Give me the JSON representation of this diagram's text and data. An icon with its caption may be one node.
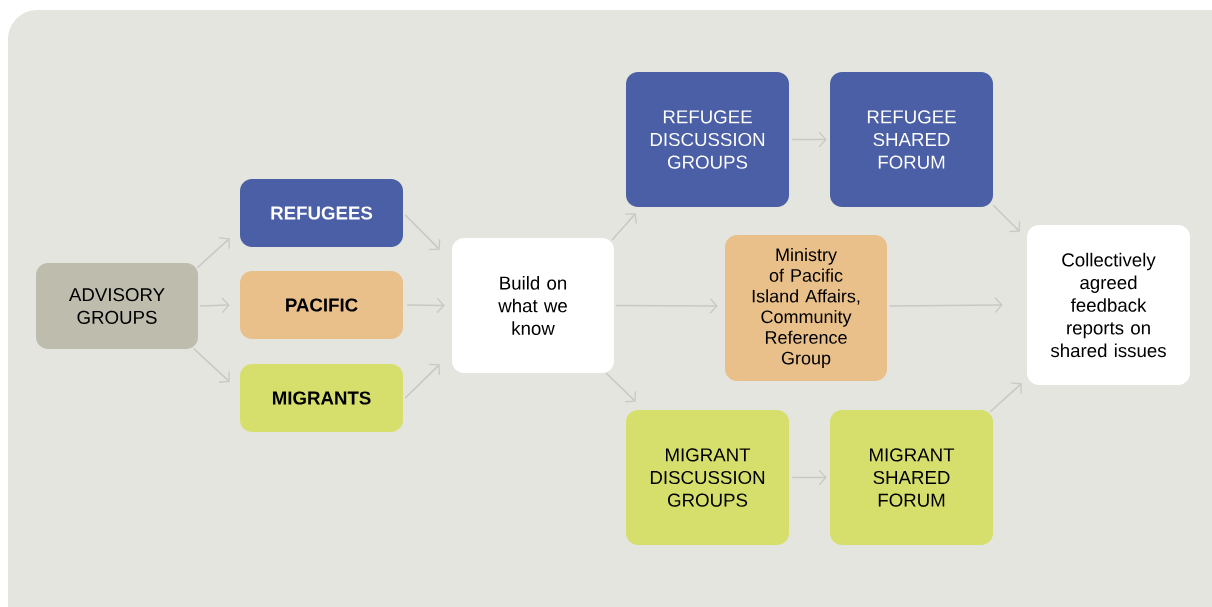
{
  "diagram": {
    "nodes": [
      {
        "text": [
          "ADVISORY GROUPS"
        ]
      },
      {
        "text": [
          "REFUGEES"
        ]
      },
      {
        "text": [
          "PACIFIC"
        ]
      },
      {
        "text": [
          "MIGRANTS"
        ]
      },
      {
        "text": [
          "Build on what we know"
        ]
      },
      {
        "text": [
          "REFUGEE DISCUSSION GROUPS"
        ]
      },
      {
        "text": [
          "REFUGEE SHARED FORUM"
        ]
      },
      {
        "text": [
          "Ministry of Pacific Island Affairs, Community Reference Group"
        ]
      },
      {
        "text": [
          "MIGRANT DISCUSSION GROUPS"
        ]
      },
      {
        "text": [
          "MIGRANT SHARED FORUM"
        ]
      },
      {
        "text": [
          "Collectively agreed feedback reports on shared issues"
        ]
      }
    ],
    "edges": [
      {
        "from": 0,
        "to": 1,
        "arrow": "to"
      },
      {
        "from": 0,
        "to": 2,
        "arrow": "to"
      },
      {
        "from": 0,
        "to": 3,
        "arrow": "to"
      },
      {
        "from": 1,
        "to": 4,
        "arrow": "to"
      },
      {
        "from": 2,
        "to": 4,
        "arrow": "to"
      },
      {
        "from": 3,
        "to": 4,
        "arrow": "to"
      },
      {
        "from": 4,
        "to": 5,
        "arrow": "to"
      },
      {
        "from": 4,
        "to": 7,
        "arrow": "to"
      },
      {
        "from": 4,
        "to": 8,
        "arrow": "to"
      },
      {
        "from": 5,
        "to": 6,
        "arrow": "to"
      },
      {
        "from": 8,
        "to": 9,
        "arrow": "to"
      },
      {
        "from": 6,
        "to": 10,
        "arrow": "to"
      },
      {
        "from": 7,
        "to": 10,
        "arrow": "to"
      },
      {
        "from": 9,
        "to": 10,
        "arrow": "to"
      }
    ]
  }
}
